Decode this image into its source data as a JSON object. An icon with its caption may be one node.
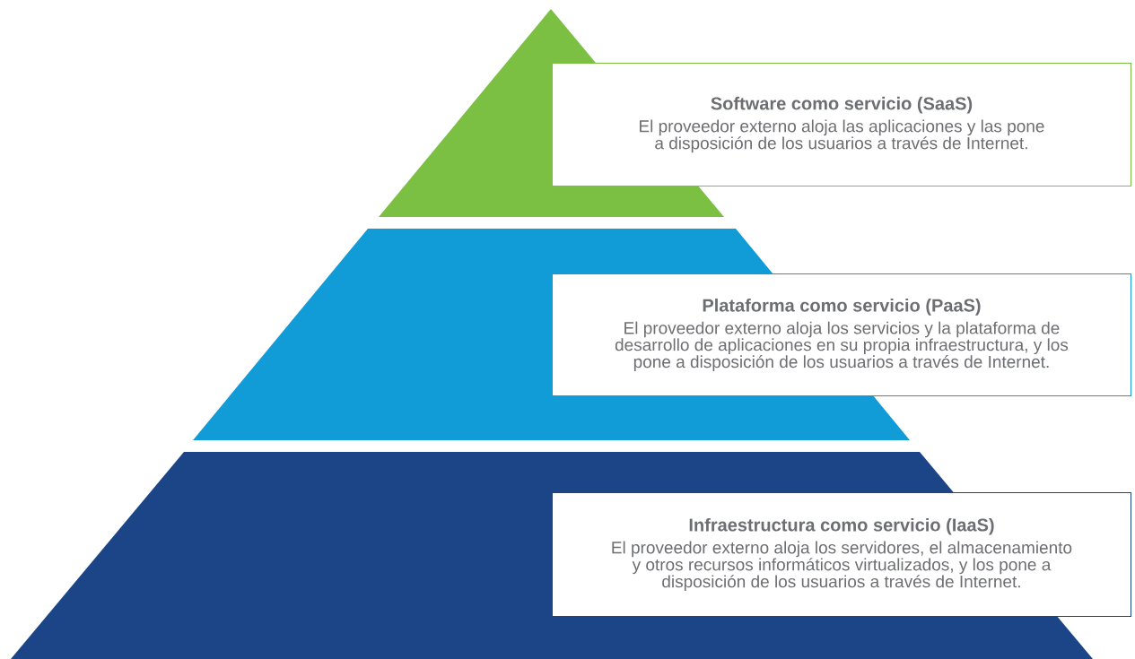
{
  "diagram": {
    "nodes": [
      {
        "text": [],
        "shape": "triangle"
      },
      {
        "text": [
          "Software como servicio (SaaS)",
          "El proveedor externo aloja las aplicaciones y las pone a disposición de los usuarios a través de Internet."
        ]
      },
      {
        "text": [],
        "shape": "trapezoid"
      },
      {
        "text": [
          "Plataforma como servicio (PaaS)",
          "El proveedor externo aloja los servicios y la plataforma de desarrollo de aplicaciones en su propia infraestructura, y los pone a disposición de los usuarios a través de Internet."
        ]
      },
      {
        "text": [],
        "shape": "trapezoid"
      },
      {
        "text": [
          "Infraestructura como servicio (IaaS)",
          "El proveedor externo aloja los servidores, el almacenamiento y otros recursos informáticos virtualizados, y los pone a disposición de los usuarios a través de Internet."
        ]
      }
    ]
  }
}
